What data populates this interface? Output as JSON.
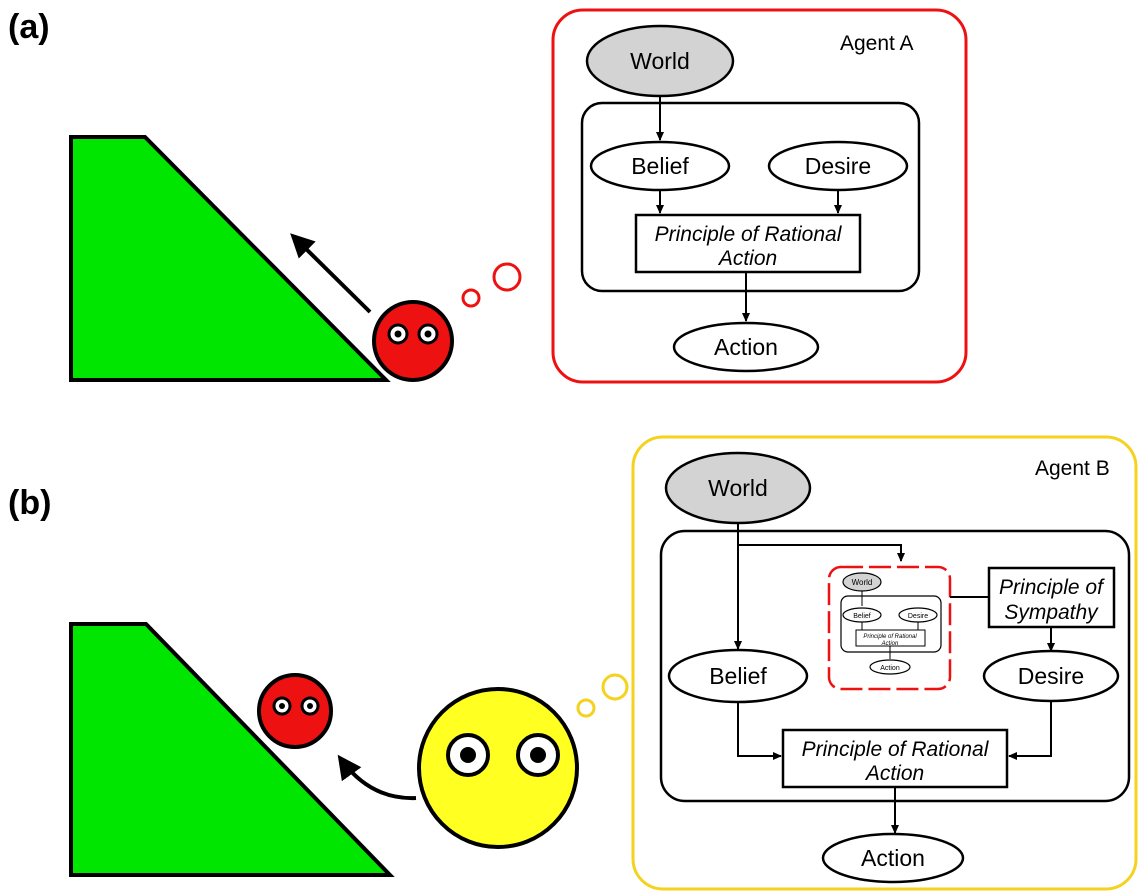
{
  "panel_a": {
    "label": "(a)",
    "agent_label": "Agent A",
    "nodes": {
      "world": "World",
      "belief": "Belief",
      "desire": "Desire",
      "rational_line1": "Principle of Rational",
      "rational_line2": "Action",
      "action": "Action"
    }
  },
  "panel_b": {
    "label": "(b)",
    "agent_label": "Agent B",
    "nodes": {
      "world": "World",
      "belief": "Belief",
      "desire": "Desire",
      "sympathy_line1": "Principle of",
      "sympathy_line2": "Sympathy",
      "rational_line1": "Principle of Rational",
      "rational_line2": "Action",
      "action": "Action"
    },
    "nested_model": {
      "world": "World",
      "belief": "Belief",
      "desire": "Desire",
      "rational_line1": "Principle of Rational",
      "rational_line2": "Action",
      "action": "Action"
    }
  },
  "colors": {
    "hill": "#00e600",
    "agent_a": "#ee1111",
    "agent_b": "#ffff22",
    "agent_a_frame": "#ee1111",
    "agent_b_frame": "#f5d21e",
    "world_fill": "#d3d3d3"
  }
}
